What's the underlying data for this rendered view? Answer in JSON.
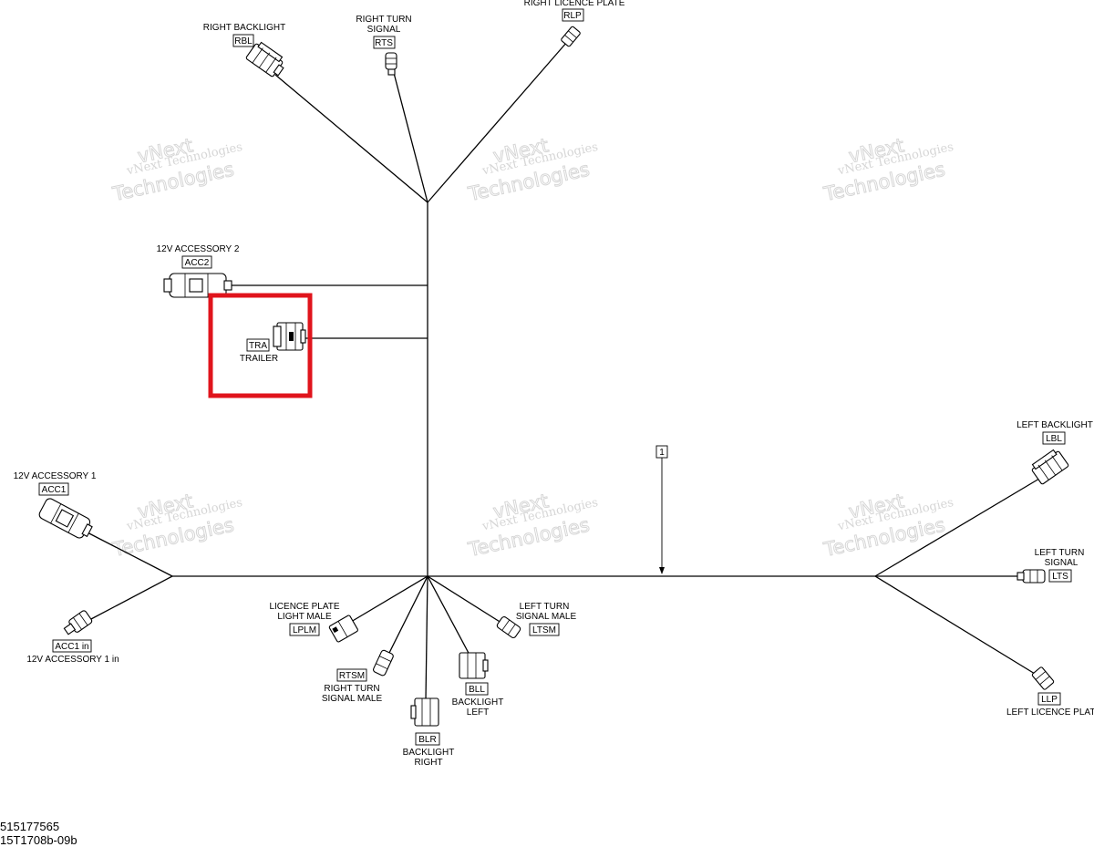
{
  "watermark": {
    "line1": "vNext Technologies",
    "line2": "Technologies",
    "line3": "vNext"
  },
  "highlight_color": "#e0141c",
  "callout": "1",
  "connectors": {
    "rbl": {
      "name": "RIGHT BACKLIGHT",
      "code": "RBL"
    },
    "rts": {
      "name1": "RIGHT TURN",
      "name2": "SIGNAL",
      "code": "RTS"
    },
    "rlp": {
      "name": "RIGHT LICENCE PLATE",
      "code": "RLP"
    },
    "acc2": {
      "name": "12V ACCESSORY 2",
      "code": "ACC2"
    },
    "tra": {
      "name": "TRAILER",
      "code": "TRA"
    },
    "acc1": {
      "name": "12V ACCESSORY 1",
      "code": "ACC1"
    },
    "acc1in": {
      "name": "12V ACCESSORY 1 in",
      "code": "ACC1 in"
    },
    "lplm": {
      "name1": "LICENCE PLATE",
      "name2": "LIGHT MALE",
      "code": "LPLM"
    },
    "rtsm": {
      "name1": "RIGHT TURN",
      "name2": "SIGNAL MALE",
      "code": "RTSM"
    },
    "blr": {
      "name1": "BACKLIGHT",
      "name2": "RIGHT",
      "code": "BLR"
    },
    "bll": {
      "name1": "BACKLIGHT",
      "name2": "LEFT",
      "code": "BLL"
    },
    "ltsm": {
      "name1": "LEFT TURN",
      "name2": "SIGNAL MALE",
      "code": "LTSM"
    },
    "lbl": {
      "name": "LEFT BACKLIGHT",
      "code": "LBL"
    },
    "lts": {
      "name1": "LEFT TURN",
      "name2": "SIGNAL",
      "code": "LTS"
    },
    "llp": {
      "name": "LEFT LICENCE PLATE",
      "code": "LLP"
    }
  },
  "footer": {
    "part_number": "515177565",
    "drawing_ref": "15T1708b-09b"
  }
}
